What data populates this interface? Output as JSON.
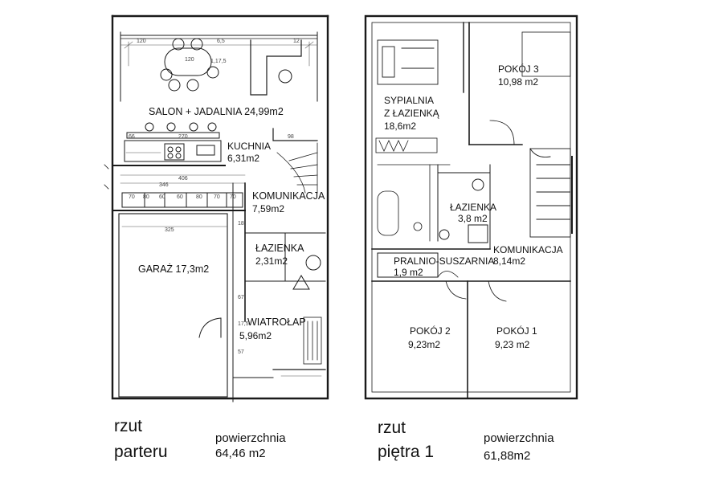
{
  "ground_floor": {
    "rooms": {
      "living_dining": {
        "name": "SALON + JADALNIA 24,99m2"
      },
      "kitchen": {
        "name": "KUCHNIA",
        "area": "6,31m2"
      },
      "hall": {
        "name": "KOMUNIKACJA",
        "area": "7,59m2"
      },
      "bathroom": {
        "name": "ŁAZIENKA",
        "area": "2,31m2"
      },
      "garage": {
        "name": "GARAŻ 17,3m2"
      },
      "vestibule": {
        "name": "WIATROŁAP",
        "area": "5,96m2"
      }
    },
    "dimensions": {
      "d120a": "120",
      "d120b": "120",
      "d65": "6,5",
      "d12": "12",
      "d175": "1,17,5",
      "d270": "270",
      "d66": "66",
      "d98": "98",
      "d406": "406",
      "d346": "346",
      "d70a": "70",
      "d80a": "80",
      "d60a": "60",
      "d60b": "60",
      "d80b": "80",
      "d70b": "70",
      "d70c": "70",
      "d325": "325",
      "d18": "18",
      "d67": "67",
      "d175b": "17,5",
      "d57": "57"
    },
    "caption": {
      "line1": "rzut",
      "line2": "parteru",
      "label": "powierzchnia",
      "value": "64,46 m2"
    }
  },
  "first_floor": {
    "rooms": {
      "bedroom": {
        "name_line1": "SYPIALNIA",
        "name_line2": "Z ŁAZIENKĄ",
        "area": "18,6m2"
      },
      "room3": {
        "name": "POKÓJ 3",
        "area": "10,98 m2"
      },
      "bathroom": {
        "name": "ŁAZIENKA",
        "area": "3,8 m2"
      },
      "laundry": {
        "name": "PRALNIO-SUSZARNIA",
        "area": "1,9 m2"
      },
      "hall": {
        "name": "KOMUNIKACJA",
        "area": "8,14m2"
      },
      "room2": {
        "name": "POKÓJ 2",
        "area": "9,23m2"
      },
      "room1": {
        "name": "POKÓJ 1",
        "area": "9,23 m2"
      }
    },
    "caption": {
      "line1": "rzut",
      "line2": "piętra 1",
      "label": "powierzchnia",
      "value": "61,88m2"
    }
  },
  "colors": {
    "wall": "#1a1a1a",
    "line": "#333333",
    "dim": "#555555"
  }
}
